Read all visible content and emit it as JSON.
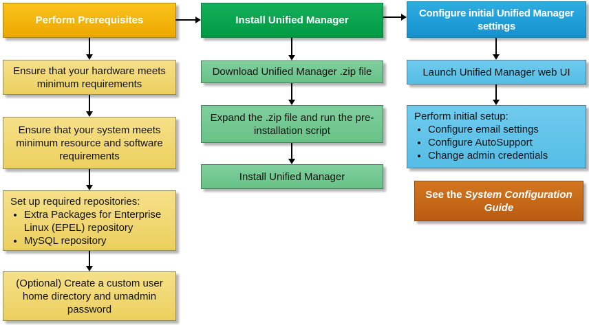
{
  "palette": {
    "gold-top": "#fbc21d",
    "gold-bottom": "#eca800",
    "yellow-top": "#f6e08a",
    "yellow-bottom": "#ecd05e",
    "green-top": "#15b05a",
    "green-bottom": "#009a45",
    "lightgreen-top": "#80cf9d",
    "lightgreen-bottom": "#68c287",
    "blue-top": "#2eade2",
    "blue-bottom": "#1591cc",
    "lightblue-top": "#70cbee",
    "lightblue-bottom": "#55bde5",
    "orange-top": "#d4761f",
    "orange-bottom": "#b85c12",
    "arrow": "#000000",
    "shadow": "#b5b5b5"
  },
  "columns": [
    {
      "header": "Perform Prerequisites",
      "steps": [
        {
          "text": "Ensure that your hardware meets minimum requirements"
        },
        {
          "text": "Ensure that your system meets minimum resource and software requirements"
        },
        {
          "title": "Set up required repositories:",
          "bullets": [
            "Extra Packages for Enterprise Linux (EPEL) repository",
            "MySQL repository"
          ]
        },
        {
          "text": "(Optional) Create a custom user home directory and umadmin password"
        }
      ]
    },
    {
      "header": "Install Unified Manager",
      "steps": [
        {
          "text": "Download Unified Manager .zip file"
        },
        {
          "text": "Expand the .zip file and run the pre-installation script"
        },
        {
          "text": "Install Unified Manager"
        }
      ]
    },
    {
      "header": "Configure initial Unified Manager settings",
      "steps": [
        {
          "text": "Launch Unified Manager web UI"
        },
        {
          "title": "Perform initial setup:",
          "bullets": [
            "Configure email settings",
            "Configure AutoSupport",
            "Change admin credentials"
          ]
        }
      ],
      "note": {
        "prefix": "See the ",
        "italic": "System Configuration Guide"
      }
    }
  ]
}
